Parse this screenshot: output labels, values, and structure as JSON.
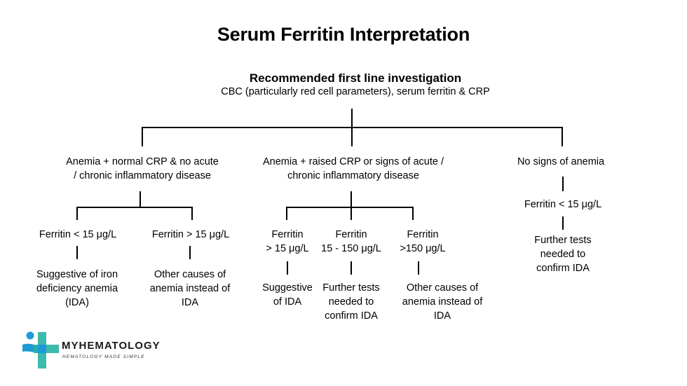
{
  "title": "Serum Ferritin Interpretation",
  "root": {
    "heading": "Recommended first line investigation",
    "subheading": "CBC (particularly red cell parameters), serum ferritin & CRP"
  },
  "branches": [
    {
      "label": "Anemia + normal CRP & no acute\n/ chronic inflammatory disease",
      "children": [
        {
          "label": "Ferritin < 15 μg/L",
          "outcome": "Suggestive of iron\ndeficiency anemia\n(IDA)"
        },
        {
          "label": "Ferritin > 15 μg/L",
          "outcome": "Other causes of\nanemia instead of\nIDA"
        }
      ]
    },
    {
      "label": "Anemia + raised CRP or signs of acute /\nchronic inflammatory disease",
      "children": [
        {
          "label": "Ferritin\n> 15 μg/L",
          "outcome": "Suggestive\nof IDA"
        },
        {
          "label": "Ferritin\n15 - 150 μg/L",
          "outcome": "Further tests\nneeded to\nconfirm IDA"
        },
        {
          "label": "Ferritin\n>150 μg/L",
          "outcome": "Other causes of\nanemia instead of\nIDA"
        }
      ]
    },
    {
      "label": "No signs of anemia",
      "children": [
        {
          "label": "Ferritin < 15 μg/L",
          "outcome": "Further tests\nneeded to\nconfirm IDA"
        }
      ]
    }
  ],
  "logo": {
    "name": "MYHEMATOLOGY",
    "tagline": "HEMATOLOGY MADE SIMPLE",
    "colors": {
      "blue": "#1e9ad6",
      "teal": "#27b3a2"
    }
  }
}
